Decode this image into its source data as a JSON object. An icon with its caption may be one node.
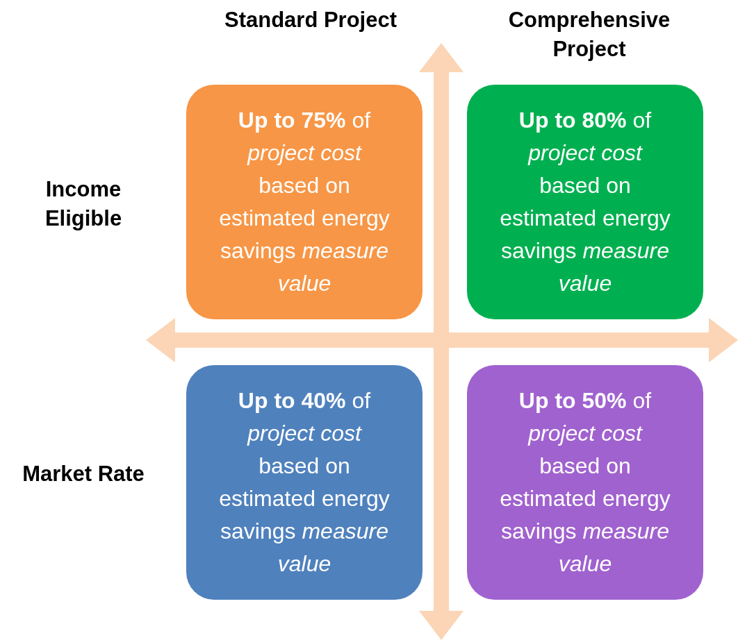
{
  "diagram": {
    "nodes": [
      {
        "text": [
          "**Up to 75%** of *project cost* based on estimated energy savings *measure value*"
        ]
      },
      {
        "text": [
          "**Up to 80%** of *project cost* based on estimated energy savings *measure value*"
        ]
      },
      {
        "text": [
          "**Up to 40%** of *project cost* based on estimated energy savings *measure value*"
        ]
      },
      {
        "text": [
          "**Up to 50%** of *project cost* based on estimated energy savings *measure value*"
        ]
      }
    ],
    "labels": [
      "Standard Project",
      "Comprehensive Project",
      "Income Eligible",
      "Market Rate"
    ]
  }
}
